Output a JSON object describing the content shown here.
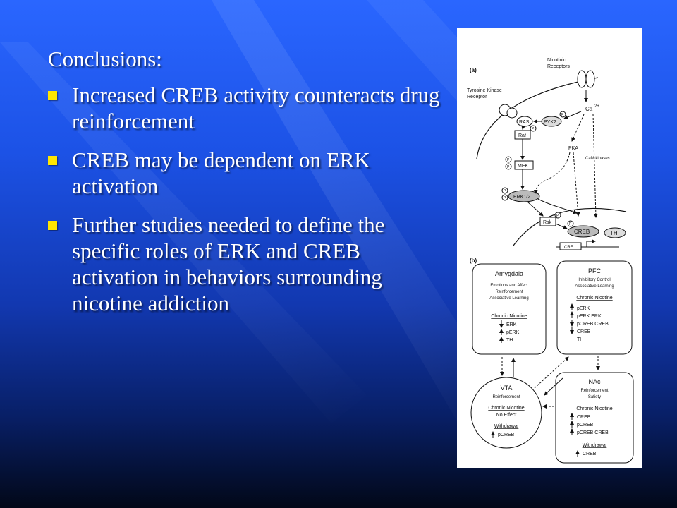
{
  "slide": {
    "heading": "Conclusions:",
    "bullets": [
      "Increased CREB activity counteracts drug reinforcement",
      "CREB may be dependent on ERK activation",
      "Further studies needed to define the specific roles of ERK and CREB activation in behaviors surrounding nicotine addiction"
    ]
  },
  "colors": {
    "bullet": "#ffe600",
    "background_top": "#2a66ff",
    "background_bottom": "#020818"
  },
  "figure": {
    "panel_a": {
      "label": "(a)",
      "nicotinic_receptors": [
        "Nicotinic",
        "Receptors"
      ],
      "tyrosine_kinase": [
        "Tyrosine Kinase",
        "Receptor"
      ],
      "ras": "RAS",
      "pyk2": "PYK2",
      "ca": "Ca",
      "ca_sup": "2+",
      "raf": "Raf",
      "mek": "MEK",
      "erk12": "ERK1/2",
      "pka": "PKA",
      "cam": "CaM kinases",
      "rsk": "Rsk",
      "creb": "CREB",
      "th": "TH",
      "cre": "CRE",
      "p": "P"
    },
    "panel_b": {
      "label": "(b)",
      "amygdala": {
        "title": "Amygdala",
        "desc": [
          "Emotions and Affect",
          "Reinforcement",
          "Associative Learning"
        ],
        "chronic": "Chronic Nicotine",
        "items": [
          "ERK",
          "pERK",
          "TH"
        ]
      },
      "pfc": {
        "title": "PFC",
        "desc": [
          "Inhibitory Control",
          "Associative Learning"
        ],
        "chronic": "Chronic Nicotine",
        "items": [
          "pERK",
          "pERK:ERK",
          "pCREB:CREB",
          "CREB",
          "TH"
        ]
      },
      "vta": {
        "title": "VTA",
        "desc": [
          "Reinforcement"
        ],
        "chronic": "Chronic Nicotine",
        "effect": "No Effect",
        "withdrawal": "Withdrawal",
        "withdrawal_items": [
          "pCREB"
        ]
      },
      "nac": {
        "title": "NAc",
        "desc": [
          "Reinforcement",
          "Satiety"
        ],
        "chronic": "Chronic Nicotine",
        "items": [
          "CREB",
          "pCREB",
          "pCREB:CREB"
        ],
        "withdrawal": "Withdrawal",
        "withdrawal_items": [
          "CREB"
        ]
      }
    }
  }
}
